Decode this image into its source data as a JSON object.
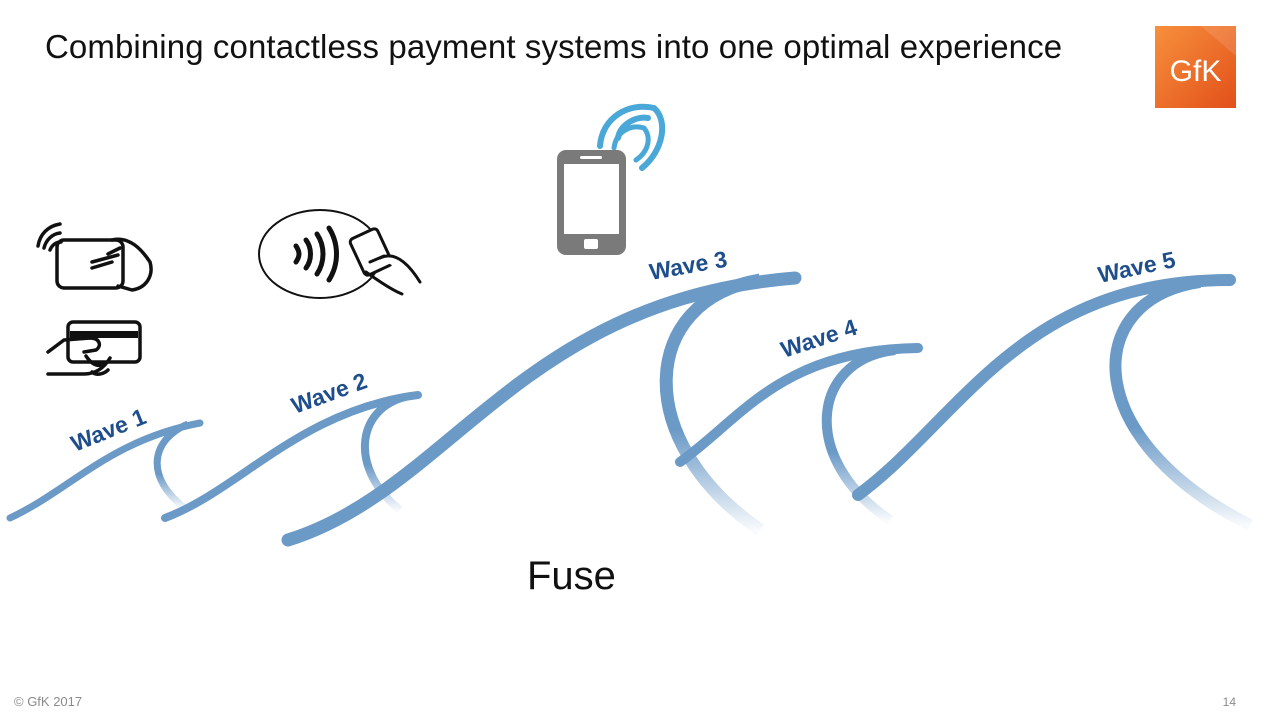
{
  "slide": {
    "title": "Combining contactless payment systems into one optimal experience",
    "logo_text": "GfK",
    "center_text": "Fuse",
    "footer_left": "© GfK 2017",
    "page_number": "14"
  },
  "waves": [
    {
      "label": "Wave 1"
    },
    {
      "label": "Wave 2"
    },
    {
      "label": "Wave 3"
    },
    {
      "label": "Wave 4"
    },
    {
      "label": "Wave 5"
    }
  ],
  "icons": {
    "card_tap": "contactless-card-tap-icon",
    "card_swipe": "card-in-hand-icon",
    "contactless_symbol": "contactless-symbol-icon",
    "mobile": "mobile-phone-nfc-icon"
  },
  "colors": {
    "wave": "#6b9ac7",
    "wave_label": "#1f4e8c",
    "logo_bg": "#f26b21",
    "nfc_signal": "#4aa8d8"
  }
}
